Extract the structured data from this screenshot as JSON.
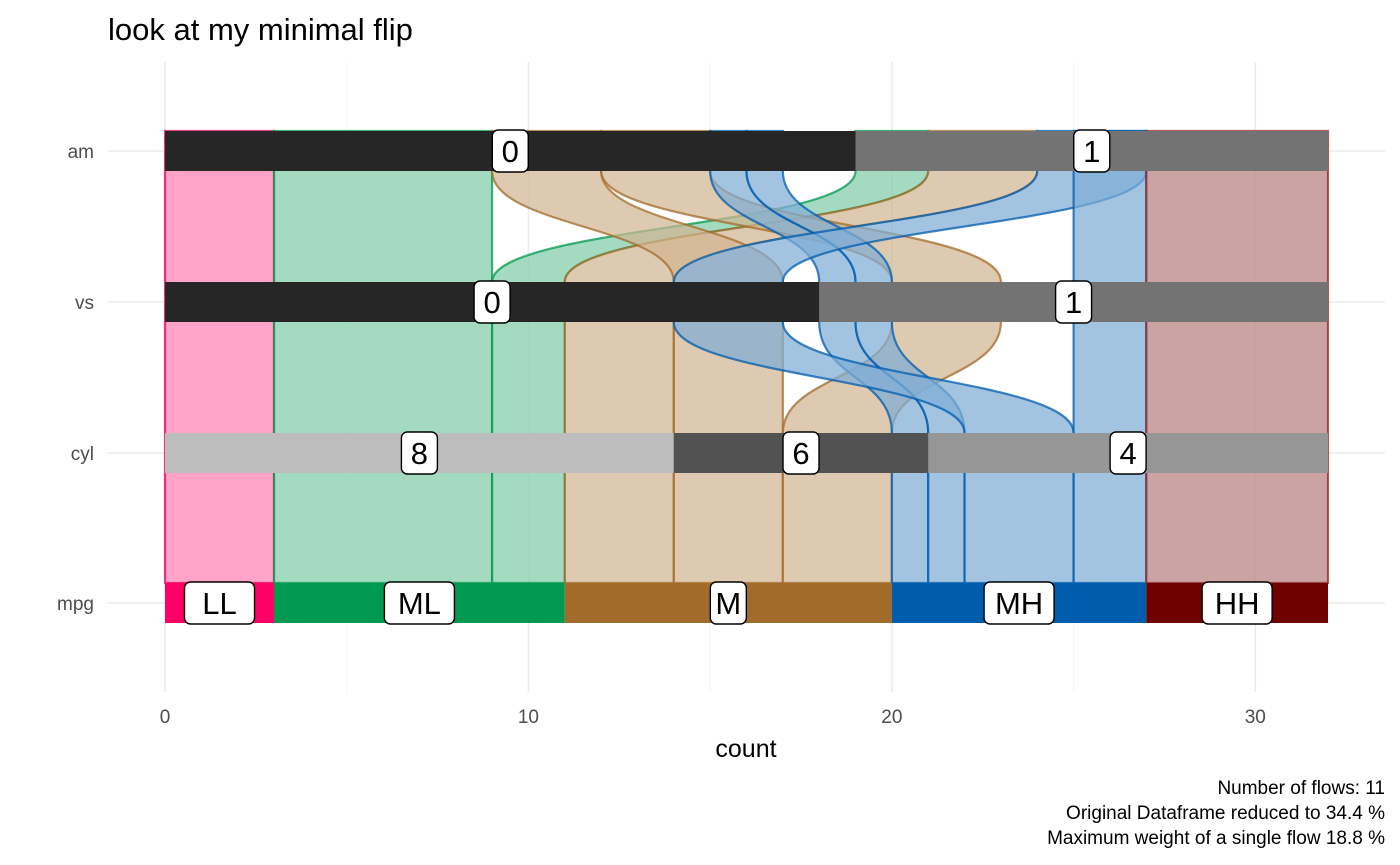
{
  "chart_data": {
    "type": "alluvial",
    "title": "look at my minimal flip",
    "xlabel": "count",
    "ylabel": "",
    "xlim": [
      0,
      32
    ],
    "x_ticks": [
      0,
      10,
      20,
      30
    ],
    "axes": [
      "mpg",
      "cyl",
      "vs",
      "am"
    ],
    "grid": true,
    "nodes": [
      {
        "axis": "am",
        "label": "0",
        "start": 0,
        "end": 19,
        "color": "#262626"
      },
      {
        "axis": "am",
        "label": "1",
        "start": 19,
        "end": 32,
        "color": "#737373"
      },
      {
        "axis": "vs",
        "label": "0",
        "start": 0,
        "end": 18,
        "color": "#262626"
      },
      {
        "axis": "vs",
        "label": "1",
        "start": 18,
        "end": 32,
        "color": "#737373"
      },
      {
        "axis": "cyl",
        "label": "8",
        "start": 0,
        "end": 14,
        "color": "#bdbdbd"
      },
      {
        "axis": "cyl",
        "label": "6",
        "start": 14,
        "end": 21,
        "color": "#525252"
      },
      {
        "axis": "cyl",
        "label": "4",
        "start": 21,
        "end": 32,
        "color": "#969696"
      },
      {
        "axis": "mpg",
        "label": "LL",
        "start": 0,
        "end": 3,
        "color": "#ff0066"
      },
      {
        "axis": "mpg",
        "label": "ML",
        "start": 3,
        "end": 11,
        "color": "#009950"
      },
      {
        "axis": "mpg",
        "label": "M",
        "start": 11,
        "end": 20,
        "color": "#a36b2a"
      },
      {
        "axis": "mpg",
        "label": "MH",
        "start": 20,
        "end": 27,
        "color": "#005cad"
      },
      {
        "axis": "mpg",
        "label": "HH",
        "start": 27,
        "end": 32,
        "color": "#700000"
      }
    ],
    "flows": [
      {
        "mpg": "LL",
        "weight": 3,
        "pos": {
          "mpg": [
            0,
            3
          ],
          "cyl": [
            0,
            3
          ],
          "vs": [
            0,
            3
          ],
          "am": [
            0,
            3
          ]
        },
        "fill": "#ff80b3",
        "line": "#e6005c"
      },
      {
        "mpg": "ML",
        "weight": 6,
        "pos": {
          "mpg": [
            3,
            9
          ],
          "cyl": [
            3,
            9
          ],
          "vs": [
            3,
            9
          ],
          "am": [
            3,
            9
          ]
        },
        "fill": "#80cca8",
        "line": "#00994f"
      },
      {
        "mpg": "ML",
        "weight": 2,
        "pos": {
          "mpg": [
            9,
            11
          ],
          "cyl": [
            9,
            11
          ],
          "vs": [
            9,
            11
          ],
          "am": [
            19,
            21
          ]
        },
        "fill": "#80cca8",
        "line": "#00994f"
      },
      {
        "mpg": "M",
        "weight": 3,
        "pos": {
          "mpg": [
            11,
            14
          ],
          "cyl": [
            11,
            14
          ],
          "vs": [
            11,
            14
          ],
          "am": [
            21,
            24
          ]
        },
        "fill": "#d1b592",
        "line": "#a36b2a"
      },
      {
        "mpg": "M",
        "weight": 3,
        "pos": {
          "mpg": [
            14,
            17
          ],
          "cyl": [
            14,
            17
          ],
          "vs": [
            14,
            17
          ],
          "am": [
            9,
            12
          ]
        },
        "fill": "#d1b592",
        "line": "#a36b2a"
      },
      {
        "mpg": "M",
        "weight": 3,
        "pos": {
          "mpg": [
            17,
            20
          ],
          "cyl": [
            17,
            20
          ],
          "vs": [
            20,
            23
          ],
          "am": [
            12,
            15
          ]
        },
        "fill": "#d1b592",
        "line": "#a36b2a"
      },
      {
        "mpg": "MH",
        "weight": 1,
        "pos": {
          "mpg": [
            20,
            21
          ],
          "cyl": [
            20,
            21
          ],
          "vs": [
            18,
            19
          ],
          "am": [
            15,
            16
          ]
        },
        "fill": "#80add6",
        "line": "#005cad"
      },
      {
        "mpg": "MH",
        "weight": 1,
        "pos": {
          "mpg": [
            21,
            22
          ],
          "cyl": [
            21,
            22
          ],
          "vs": [
            19,
            20
          ],
          "am": [
            16,
            17
          ]
        },
        "fill": "#80add6",
        "line": "#005cad"
      },
      {
        "mpg": "MH",
        "weight": 3,
        "pos": {
          "mpg": [
            22,
            25
          ],
          "cyl": [
            22,
            25
          ],
          "vs": [
            14,
            17
          ],
          "am": [
            24,
            27
          ]
        },
        "fill": "#80add6",
        "line": "#005cad"
      },
      {
        "mpg": "MH",
        "weight": 2,
        "pos": {
          "mpg": [
            25,
            27
          ],
          "cyl": [
            25,
            27
          ],
          "vs": [
            25,
            27
          ],
          "am": [
            25,
            27
          ]
        },
        "fill": "#80add6",
        "line": "#005cad"
      },
      {
        "mpg": "HH",
        "weight": 5,
        "pos": {
          "mpg": [
            27,
            32
          ],
          "cyl": [
            27,
            32
          ],
          "vs": [
            27,
            32
          ],
          "am": [
            27,
            32
          ]
        },
        "fill": "#b88080",
        "line": "#8c2828"
      }
    ],
    "caption": [
      "Number of flows: 11",
      "Original Dataframe reduced to 34.4 %",
      "Maximum weight of a single flow 18.8 %"
    ]
  }
}
